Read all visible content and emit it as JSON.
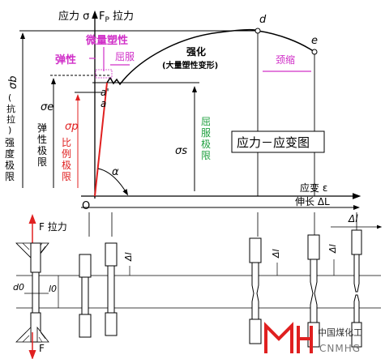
{
  "top": {
    "y_axis": "应力 σ",
    "fp": "F",
    "fp_sub": "P",
    "fp_tail": " 拉力",
    "x_axis": "应变 ε",
    "x_axis2": "伸长 ΔL",
    "origin": "O",
    "angle": "α",
    "pt_a": "a",
    "pt_a2": "a'",
    "pt_d": "d",
    "pt_e": "e",
    "elastic": "弹性",
    "micro_plastic": "微量塑性",
    "yield": "屈服",
    "harden": "强化",
    "harden_note": "(大量塑性变形)",
    "necking": "颈缩",
    "yield_limit_v": [
      "屈",
      "服",
      "极",
      "限"
    ],
    "sigma_s": "σs",
    "sigma_b": "σb",
    "sigma_b_note": [
      "(",
      "抗",
      "拉",
      ")"
    ],
    "strength_limit": [
      "强",
      "度",
      "极",
      "限"
    ],
    "sigma_e": "σe",
    "elastic_limit": [
      "弹",
      "性",
      "极",
      "限"
    ],
    "sigma_p": "σp",
    "prop_limit": [
      "比",
      "例",
      "极",
      "限"
    ],
    "title": "应力－应变图"
  },
  "bottom": {
    "force": "F 拉力",
    "force_bottom": "F",
    "d0": "d0",
    "l0": "l0",
    "dl": "Δl",
    "dl_top": "Δl"
  },
  "logo": {
    "cn": "中国煤化工",
    "en": "CNMHG"
  },
  "colors": {
    "red": "#e02020",
    "magenta": "#d030c8",
    "green": "#20a040",
    "line": "#000000"
  }
}
